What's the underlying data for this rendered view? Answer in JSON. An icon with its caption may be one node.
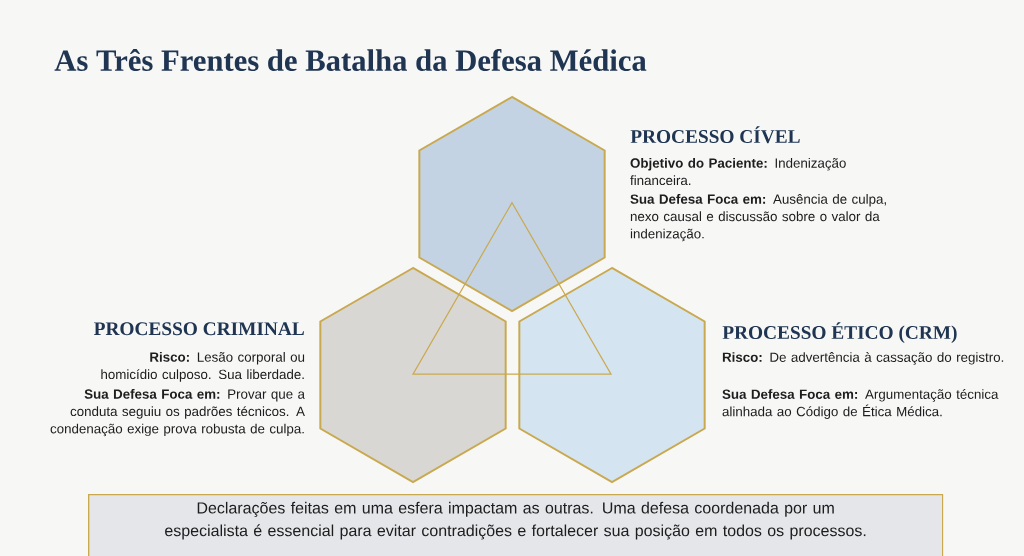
{
  "diagram": {
    "title": "As Três Frentes de Batalha da Defesa Médica",
    "nodes": [
      {
        "text": [],
        "shape": "hexagon",
        "beside": [
          "PROCESSO CÍVEL",
          "**Objetivo do Paciente:** Indenização financeira.",
          "**Sua Defesa Foca em:** Ausência de culpa, nexo causal e discussão sobre o valor da indenização."
        ]
      },
      {
        "text": [],
        "shape": "hexagon",
        "beside": [
          "PROCESSO CRIMINAL",
          "**Risco:** Lesão corporal ou homicídio culposo. Sua liberdade.",
          "**Sua Defesa Foca em:** Provar que a conduta seguiu os padrões técnicos. A condenação exige prova robusta de culpa."
        ]
      },
      {
        "text": [],
        "shape": "hexagon",
        "beside": [
          "PROCESSO ÉTICO (CRM)",
          "**Risco:** De advertência à cassação do registro.",
          "**Sua Defesa Foca em:** Argumentação técnica alinhada ao Código de Ética Médica."
        ]
      },
      {
        "text": [],
        "shape": "triangle"
      },
      {
        "text": [
          "Declarações feitas em uma esfera impactam as outras. Uma defesa coordenada por um especialista é essencial para evitar contradições e fortalecer sua posição em todos os processos."
        ]
      }
    ],
    "edges": []
  }
}
